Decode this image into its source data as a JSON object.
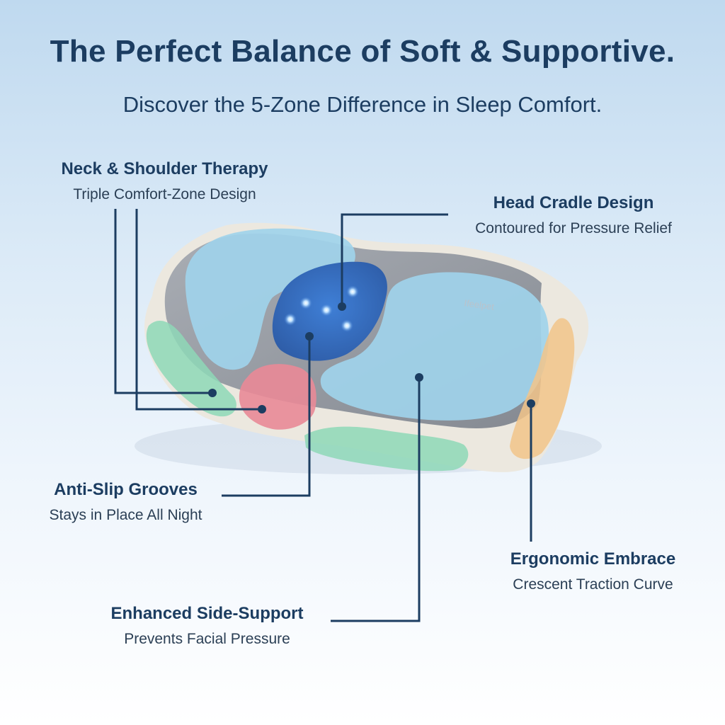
{
  "header": {
    "title": "The Perfect Balance of Soft & Supportive.",
    "subtitle": "Discover the 5-Zone Difference in Sleep Comfort."
  },
  "features": {
    "neck_shoulder": {
      "title": "Neck & Shoulder Therapy",
      "subtitle": "Triple Comfort-Zone Design"
    },
    "head_cradle": {
      "title": "Head Cradle Design",
      "subtitle": "Contoured for Pressure Relief"
    },
    "anti_slip": {
      "title": "Anti-Slip Grooves",
      "subtitle": "Stays in Place All Night"
    },
    "ergonomic": {
      "title": "Ergonomic Embrace",
      "subtitle": "Crescent Traction Curve"
    },
    "side_support": {
      "title": "Enhanced Side-Support",
      "subtitle": "Prevents Facial Pressure"
    }
  },
  "pillow": {
    "brand_mark": "Ifeelpet"
  },
  "colors": {
    "heading": "#1c3d61",
    "zone_blue": "#9fd3ea",
    "zone_deep_blue": "#3a6bb8",
    "zone_pink": "#e98a97",
    "zone_green": "#8ed8b7",
    "zone_orange": "#f2c48a",
    "pillow_cover": "#9a9ea6",
    "pillow_edge": "#ece8df"
  }
}
